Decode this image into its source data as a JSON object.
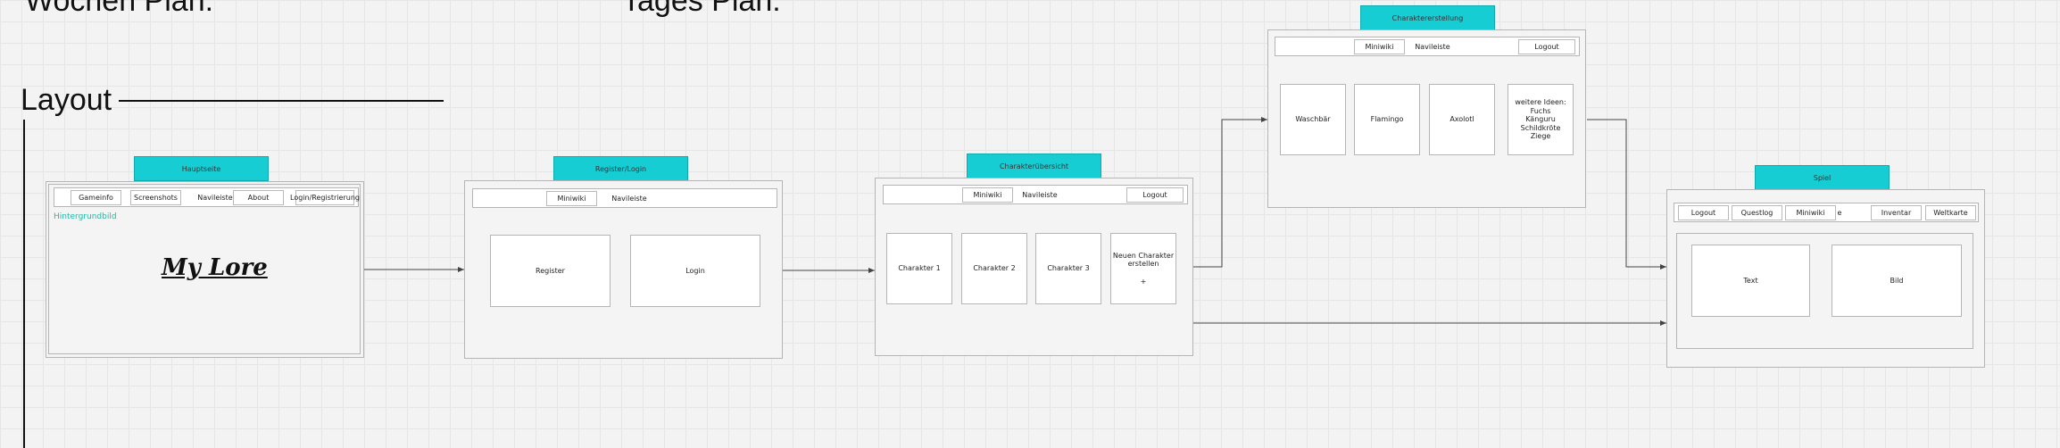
{
  "headings": {
    "left": "Wochen Plan:",
    "middle": "Tages Plan:",
    "layout": "Layout"
  },
  "colors": {
    "tag": "#16cdd3",
    "hint": "#21b8a4",
    "connector": "#444444"
  },
  "screens": {
    "hauptseite": {
      "title": "Hauptseite",
      "nav": {
        "items": [
          "Gameinfo",
          "Screenshots"
        ],
        "center": "Navileiste",
        "right": [
          "About",
          "Login/Registrierung"
        ]
      },
      "background_hint": "Hintergrundbild",
      "logo": "My Lore"
    },
    "register": {
      "title": "Register/Login",
      "nav": {
        "left": "Miniwiki",
        "center": "Navileiste"
      },
      "cards": [
        "Register",
        "Login"
      ]
    },
    "charakteruebersicht": {
      "title": "Charakterübersicht",
      "nav": {
        "left": "Miniwiki",
        "center": "Navileiste",
        "right": "Logout"
      },
      "cards": [
        "Charakter 1",
        "Charakter 2",
        "Charakter 3",
        "Neuen Charakter\nerstellen\n\n+"
      ]
    },
    "charaktererstellung": {
      "title": "Charaktererstellung",
      "nav": {
        "left": "Miniwiki",
        "center": "Navileiste",
        "right": "Logout"
      },
      "cards": [
        "Waschbär",
        "Flamingo",
        "Axolotl",
        "weitere Ideen:\nFuchs\nKänguru\nSchildkröte\nZiege"
      ]
    },
    "spiel": {
      "title": "Spiel",
      "nav": {
        "items": [
          "Logout",
          "Questlog",
          "Miniwiki"
        ],
        "center_partial": "e",
        "right": [
          "Inventar",
          "Weltkarte"
        ]
      },
      "cards": [
        "Text",
        "Bild"
      ]
    }
  }
}
